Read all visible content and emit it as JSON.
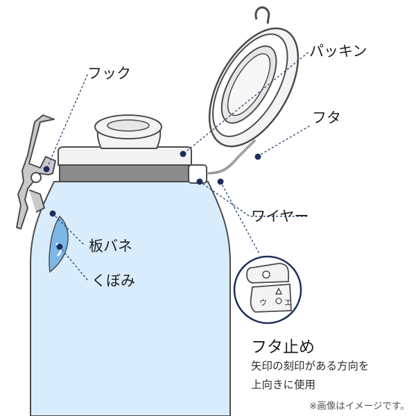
{
  "labels": {
    "hook": "フック",
    "packing": "パッキン",
    "lid": "フタ",
    "wire": "ワイヤー",
    "leaf_spring": "板バネ",
    "dent": "くぼみ",
    "lid_stopper": "フタ止め"
  },
  "note_lines": [
    "矢印の刻印がある方向を",
    "上向きに使用"
  ],
  "disclaimer": "※画像はイメージです。",
  "stamp_glyphs": [
    "ウ",
    "エ"
  ],
  "colors": {
    "outline": "#4a4a4a",
    "leader_dot": "#1d2d5c",
    "leader_line": "#2e4a7a",
    "body_fill": "#d8ecfb",
    "band_fill": "#8b8b8b",
    "lid_fill": "#f3f3f3",
    "dent_fill": "#7cb7e6"
  }
}
